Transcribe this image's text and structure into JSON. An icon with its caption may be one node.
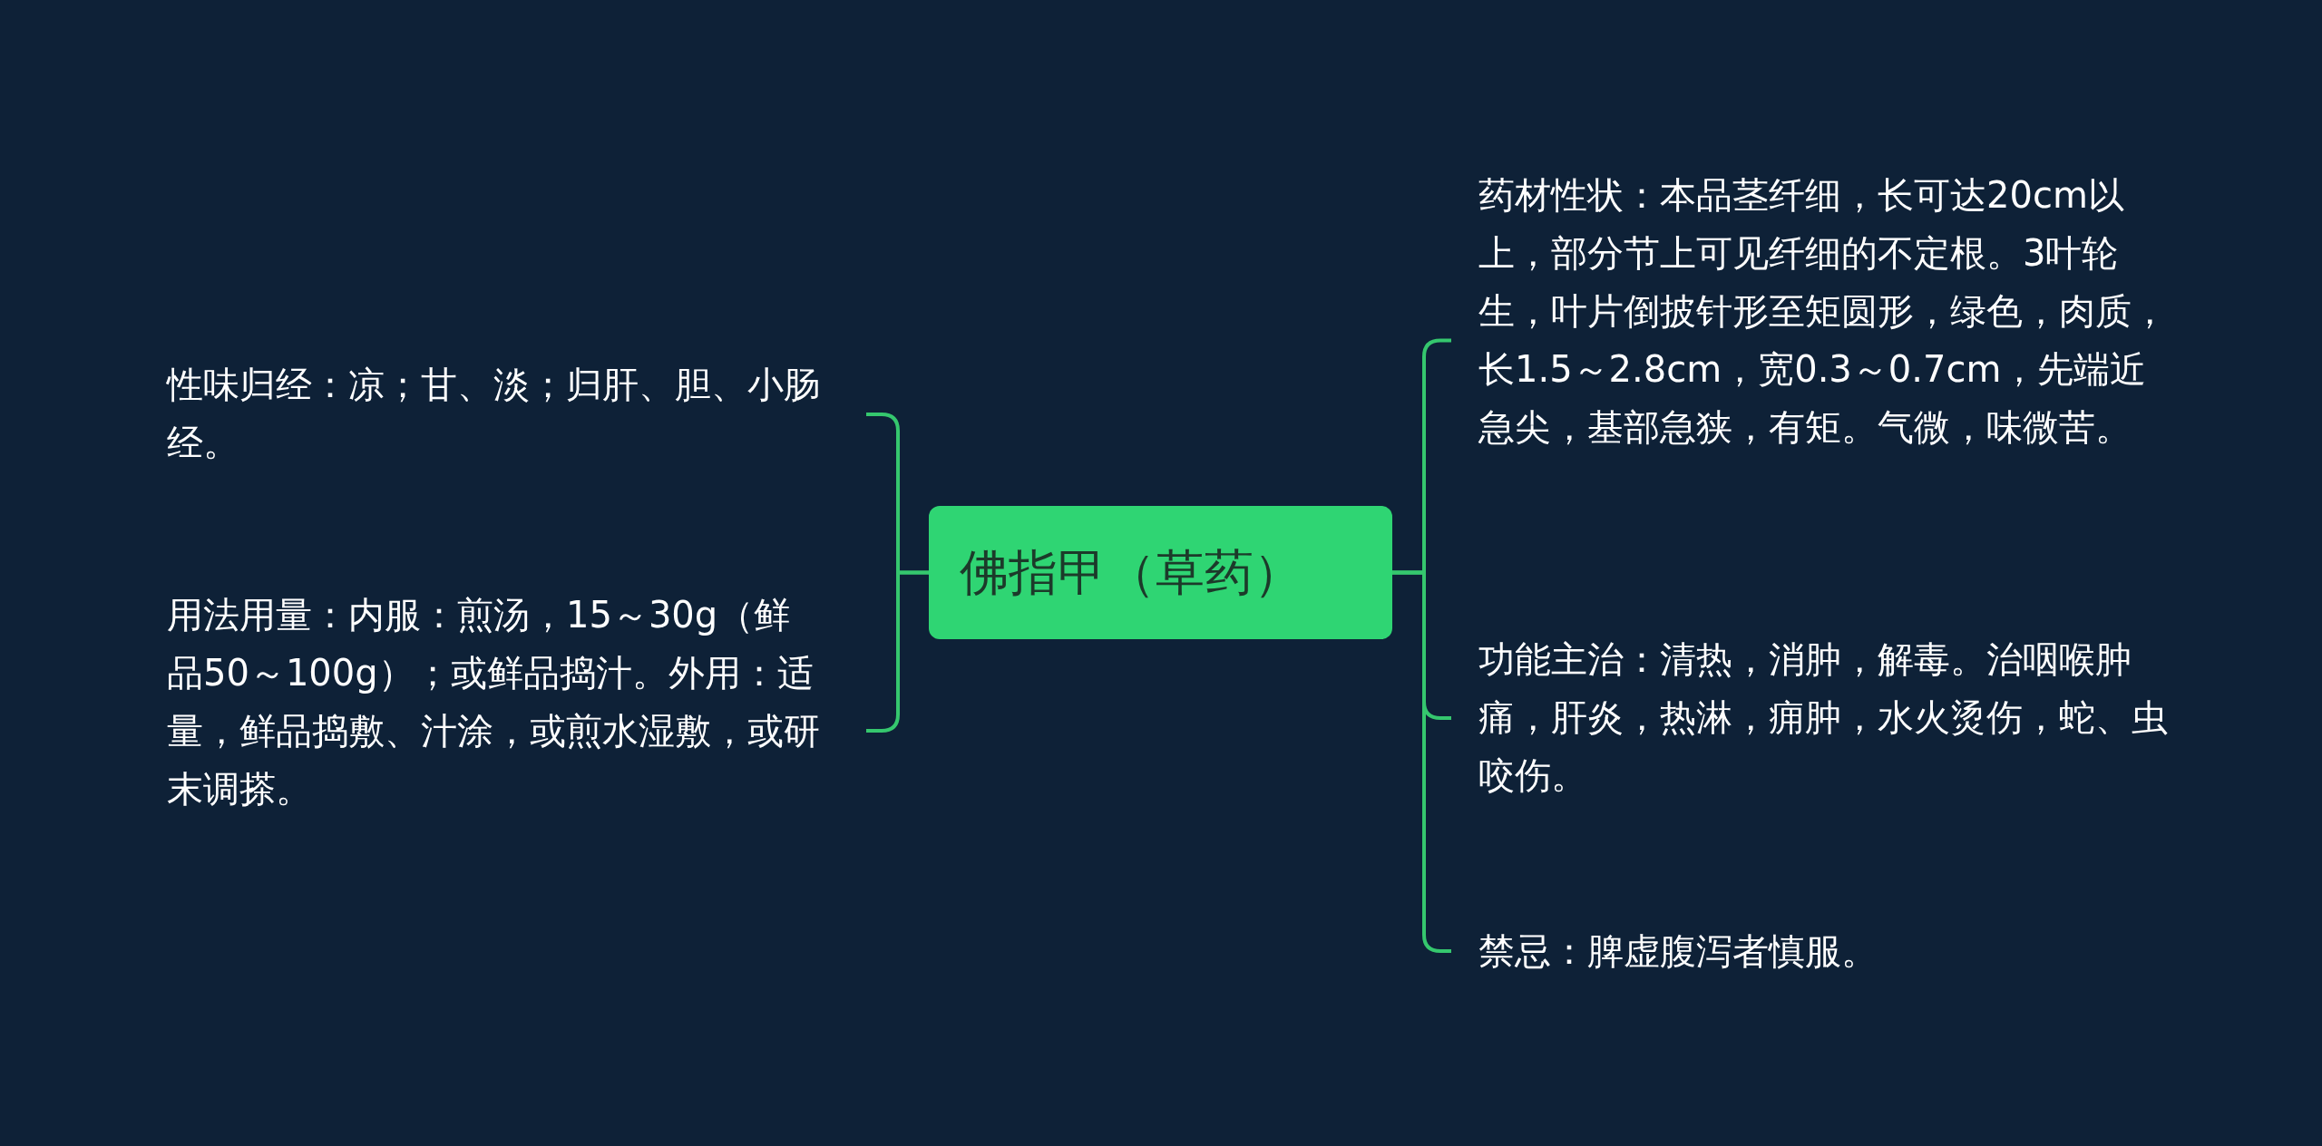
{
  "diagram": {
    "nodes": [
      {
        "text": [
          "佛指甲（草药）"
        ]
      },
      {
        "text": [
          "性味归经：凉；甘、淡；归肝、胆、小肠经。"
        ]
      },
      {
        "text": [
          "用法用量：内服：煎汤，15～30g（鲜品50～100g）；或鲜品捣汁。外用：适量，鲜品捣敷、汁涂，或煎水湿敷，或研末调搽。"
        ]
      },
      {
        "text": [
          "药材性状：本品茎纤细，长可达20cm以上，部分节上可见纤细的不定根。3叶轮生，叶片倒披针形至矩圆形，绿色，肉质，长1.5～2.8cm，宽0.3～0.7cm，先端近急尖，基部急狭，有矩。气微，味微苦。"
        ]
      },
      {
        "text": [
          "功能主治：清热，消肿，解毒。治咽喉肿痛，肝炎，热淋，痈肿，水火烫伤，蛇、虫咬伤。"
        ]
      },
      {
        "text": [
          "禁忌：脾虚腹泻者慎服。"
        ]
      }
    ],
    "edges": [
      {
        "from": 0,
        "to": 1,
        "arrow": "none"
      },
      {
        "from": 0,
        "to": 2,
        "arrow": "none"
      },
      {
        "from": 0,
        "to": 3,
        "arrow": "none"
      },
      {
        "from": 0,
        "to": 4,
        "arrow": "none"
      },
      {
        "from": 0,
        "to": 5,
        "arrow": "none"
      }
    ]
  }
}
